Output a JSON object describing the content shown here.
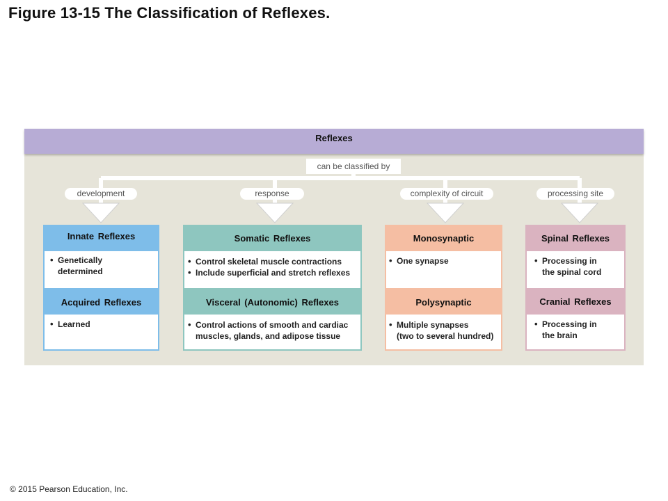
{
  "title": "Figure 13-15 The Classification of Reflexes.",
  "copyright": "© 2015 Pearson Education, Inc.",
  "root": "Reflexes",
  "connector": "can be classified by",
  "criteria": [
    "development",
    "response",
    "complexity of circuit",
    "processing site"
  ],
  "groups": [
    {
      "color": "#7ebde9",
      "border": "#7ebde9",
      "top": {
        "title": "Innate  Reflexes",
        "bullets": [
          "Genetically",
          "determined"
        ]
      },
      "bottom": {
        "title": "Acquired  Reflexes",
        "bullets": [
          "Learned"
        ]
      }
    },
    {
      "color": "#8ec6bf",
      "border": "#8ec6bf",
      "top": {
        "title": "Somatic  Reflexes",
        "bullets": [
          "Control skeletal muscle contractions",
          "Include superficial and stretch reflexes"
        ]
      },
      "bottom": {
        "title": "Visceral  (Autonomic)  Reflexes",
        "bullets": [
          "Control actions of smooth and cardiac",
          "muscles, glands, and adipose tissue"
        ]
      }
    },
    {
      "color": "#f5bea3",
      "border": "#f5bea3",
      "top": {
        "title": "Monosynaptic",
        "bullets": [
          "One synapse"
        ]
      },
      "bottom": {
        "title": "Polysynaptic",
        "bullets": [
          "Multiple synapses",
          "(two to several hundred)"
        ]
      }
    },
    {
      "color": "#dab3c0",
      "border": "#dab3c0",
      "top": {
        "title": "Spinal  Reflexes",
        "bullets": [
          "Processing in",
          "the spinal cord"
        ]
      },
      "bottom": {
        "title": "Cranial  Reflexes",
        "bullets": [
          "Processing in",
          "the brain"
        ]
      }
    }
  ]
}
